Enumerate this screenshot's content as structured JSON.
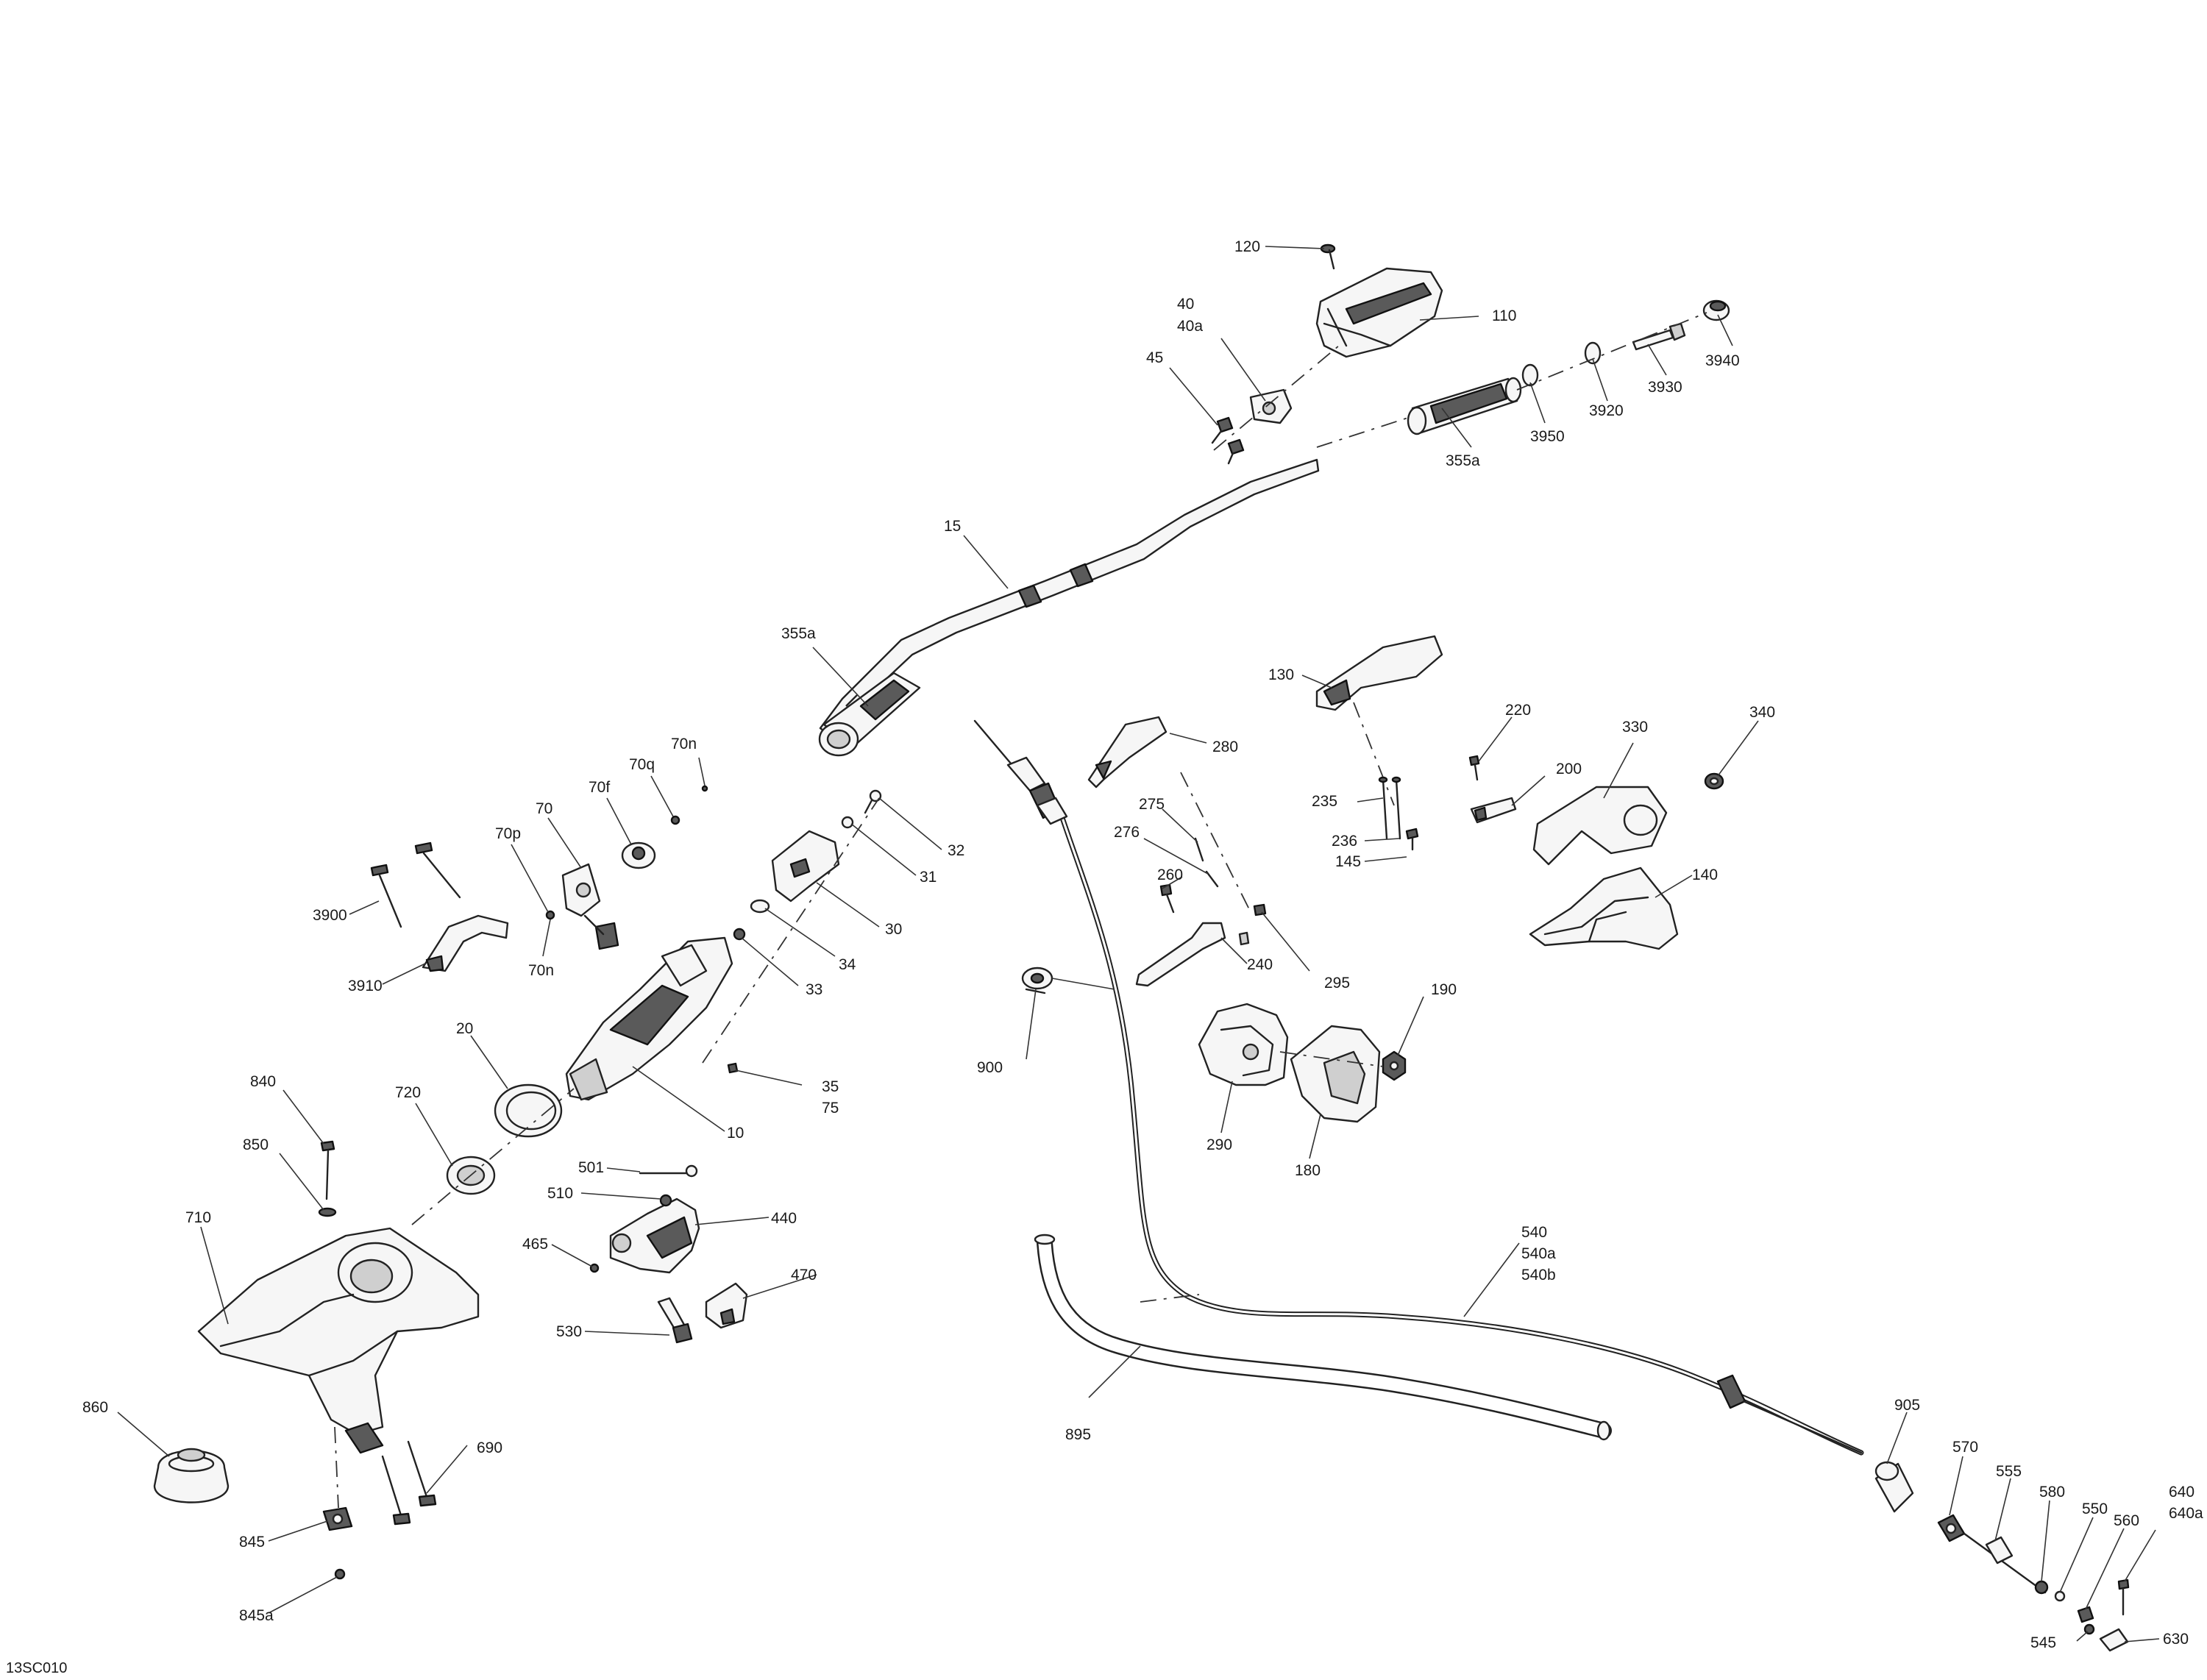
{
  "figure_code": "13SC010",
  "callouts": {
    "c120": "120",
    "c110": "110",
    "c40": "40",
    "c40a": "40a",
    "c45": "45",
    "c3940": "3940",
    "c3930": "3930",
    "c3920": "3920",
    "c3950": "3950",
    "c355a_right": "355a",
    "c15": "15",
    "c355a_left": "355a",
    "c130": "130",
    "c280": "280",
    "c220": "220",
    "c200": "200",
    "c330": "330",
    "c340": "340",
    "c235": "235",
    "c236": "236",
    "c145": "145",
    "c275": "275",
    "c276": "276",
    "c260": "260",
    "c240": "240",
    "c295": "295",
    "c140": "140",
    "c190": "190",
    "c290": "290",
    "c180": "180",
    "c900": "900",
    "c70n_top": "70n",
    "c70q": "70q",
    "c70f": "70f",
    "c70": "70",
    "c70p": "70p",
    "c70n_bottom": "70n",
    "c32": "32",
    "c31": "31",
    "c30": "30",
    "c34": "34",
    "c33": "33",
    "c35": "35",
    "c75": "75",
    "c3900": "3900",
    "c3910": "3910",
    "c20": "20",
    "c10": "10",
    "c720": "720",
    "c840": "840",
    "c850": "850",
    "c710": "710",
    "c501": "501",
    "c510": "510",
    "c440": "440",
    "c465": "465",
    "c470": "470",
    "c530": "530",
    "c540": "540",
    "c540a": "540a",
    "c540b": "540b",
    "c860": "860",
    "c690": "690",
    "c845": "845",
    "c845a": "845a",
    "c895": "895",
    "c905": "905",
    "c570": "570",
    "c555": "555",
    "c580": "580",
    "c550": "550",
    "c560": "560",
    "c640": "640",
    "c640a": "640a",
    "c545": "545",
    "c630": "630"
  }
}
